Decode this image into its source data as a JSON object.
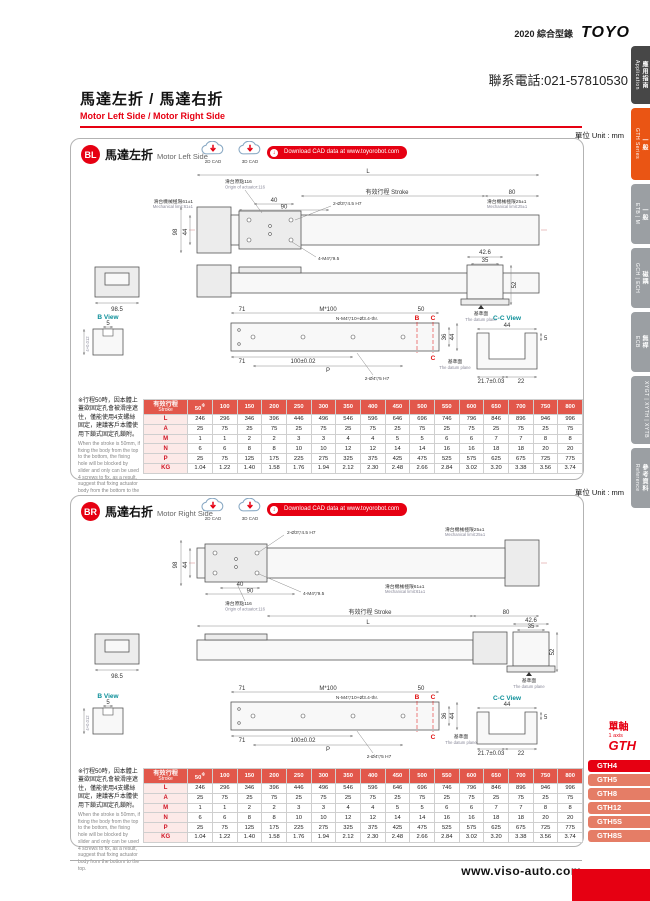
{
  "header": {
    "catalog": "2020 綜合型錄",
    "brand": "TOYO",
    "phone": "聯系電話:021-57810530",
    "title_zh": "馬達左折 / 馬達右折",
    "title_en": "Motor Left Side / Motor Right Side"
  },
  "footer": {
    "website": "www.viso-auto.com"
  },
  "sidebar": {
    "tabs": [
      {
        "zh": "應用指南",
        "en": "Application"
      },
      {
        "zh": "一般",
        "en": "GTH Series"
      },
      {
        "zh": "一般",
        "en": "ETB | M"
      },
      {
        "zh": "磁耦",
        "en": "GCH | ECH"
      },
      {
        "zh": "無桿",
        "en": "ECB"
      },
      {
        "zh": "",
        "en": "XYGT | XYTH | XYTB"
      },
      {
        "zh": "參考資料",
        "en": "Reference"
      }
    ],
    "series": {
      "zh": "單軸",
      "en": "1 axis",
      "code": "GTH"
    },
    "models": [
      {
        "label": "GTH4"
      },
      {
        "label": "GTH5"
      },
      {
        "label": "GTH8"
      },
      {
        "label": "GTH12"
      },
      {
        "label": "GTH5S"
      },
      {
        "label": "GTH8S"
      }
    ]
  },
  "sections": {
    "bl": {
      "badge": "BL",
      "title_zh": "馬達左折",
      "title_en": "Motor Left Side",
      "unit": "單位 Unit : mm"
    },
    "br": {
      "badge": "BR",
      "title_zh": "馬達右折",
      "title_en": "Motor Right Side",
      "unit": "單位 Unit : mm"
    }
  },
  "cad": {
    "cad2d": "2D CAD",
    "cad3d": "3D CAD",
    "download": "Download CAD data at www.toyorobot.com"
  },
  "note": {
    "zh": "※行程50時，因本體上蓋欲固定孔會被滑座遮住，僅能使用4支螺絲固定，建議客戶本體使用下鎖式固定孔鎖附。",
    "en": "When the stroke is 50mm, if fixing the body from the top to the bottom, the fixing hole will be blocked by slider and only can be used 4 screws to fix, as a result, suggest that fixing actuator body from the bottom to the top."
  },
  "dims": {
    "L": "L",
    "P": "P",
    "origin_zh": "滑台原點116",
    "origin_en": "Origin of actuator:116",
    "stroke": "有效行程 Stroke",
    "d80": "80",
    "mech61_zh": "滑台機械極限61±1",
    "mech61_en": "Mechanical limit:61±1",
    "mech25_zh": "滑台機械極限25±1",
    "mech25_en": "Mechanical limit:25±1",
    "d40": "40",
    "d90": "90",
    "hole_top": "2-Ø3▽4.5 H7",
    "hole_slider": "4-M4▽9.5",
    "d98": "98",
    "d44": "44",
    "d98_5": "98.5",
    "d42_6": "42.6",
    "d35": "35",
    "d52": "52",
    "datum_zh": "基準面",
    "datum_en": "The datum plane",
    "b_view": "B View",
    "d5": "5",
    "tol": "4+0.012",
    "d71": "71",
    "m100": "M*100",
    "d50": "50",
    "holes_n": "N-M4▽10+Ø3.4-thr.",
    "hole_bottom_2": "2-Ø4▽5 H7",
    "d36": "36",
    "d100": "100±0.02",
    "cc_view": "C-C View",
    "d21_7": "21.7±0.03",
    "d22": "22",
    "secB": "B",
    "secC": "C"
  },
  "stroke_table": {
    "corner_zh": "有效行程",
    "corner_en": "Stroke",
    "note_mark": "※",
    "strokes": [
      "50",
      "100",
      "150",
      "200",
      "250",
      "300",
      "350",
      "400",
      "450",
      "500",
      "550",
      "600",
      "650",
      "700",
      "750",
      "800"
    ],
    "rows": [
      {
        "label": "L",
        "values": [
          "246",
          "296",
          "346",
          "396",
          "446",
          "496",
          "546",
          "596",
          "646",
          "696",
          "746",
          "796",
          "846",
          "896",
          "946",
          "996"
        ]
      },
      {
        "label": "A",
        "values": [
          "25",
          "75",
          "25",
          "75",
          "25",
          "75",
          "25",
          "75",
          "25",
          "75",
          "25",
          "75",
          "25",
          "75",
          "25",
          "75"
        ]
      },
      {
        "label": "M",
        "values": [
          "1",
          "1",
          "2",
          "2",
          "3",
          "3",
          "4",
          "4",
          "5",
          "5",
          "6",
          "6",
          "7",
          "7",
          "8",
          "8"
        ]
      },
      {
        "label": "N",
        "values": [
          "6",
          "6",
          "8",
          "8",
          "10",
          "10",
          "12",
          "12",
          "14",
          "14",
          "16",
          "16",
          "18",
          "18",
          "20",
          "20"
        ]
      },
      {
        "label": "P",
        "values": [
          "25",
          "75",
          "125",
          "175",
          "225",
          "275",
          "325",
          "375",
          "425",
          "475",
          "525",
          "575",
          "625",
          "675",
          "725",
          "775"
        ]
      },
      {
        "label": "KG",
        "values": [
          "1.04",
          "1.22",
          "1.40",
          "1.58",
          "1.76",
          "1.94",
          "2.12",
          "2.30",
          "2.48",
          "2.66",
          "2.84",
          "3.02",
          "3.20",
          "3.38",
          "3.56",
          "3.74"
        ]
      }
    ]
  }
}
